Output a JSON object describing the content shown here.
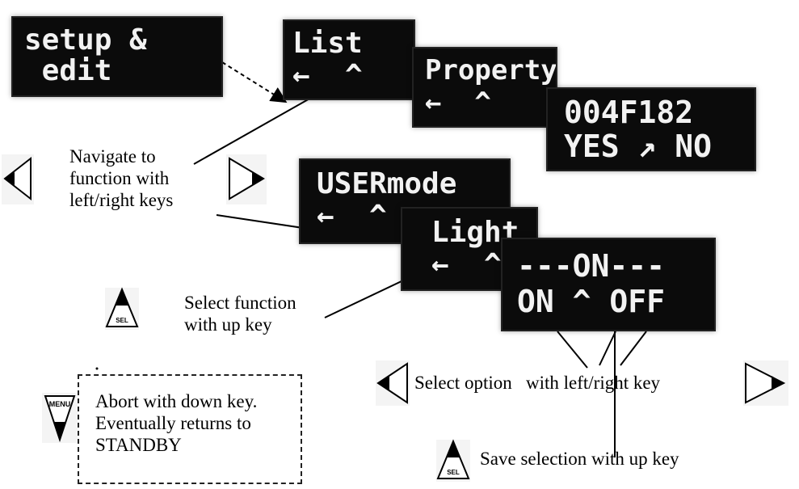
{
  "displays": {
    "setup": {
      "line1": "setup &",
      "line2": " edit"
    },
    "list": {
      "line1": "List",
      "line2": "←  ^"
    },
    "property": {
      "line1": "Property",
      "line2": "←  ^"
    },
    "code": {
      "line1": "004F182",
      "line2": "YES ↗ NO"
    },
    "usermode": {
      "line1": "USERmode",
      "line2": "←  ^"
    },
    "light": {
      "line1": "Light",
      "line2": "←  ^"
    },
    "onoff": {
      "line1": "---ON---",
      "line2": "ON ^ OFF"
    }
  },
  "captions": {
    "navigate": [
      "Navigate to",
      "function with",
      "left/right keys"
    ],
    "select_function": [
      "Select function",
      "with up key"
    ],
    "select_option": "Select option   with left/right key",
    "save_selection": "Save selection with up key",
    "abort": [
      "Abort with down key.",
      "Eventually returns to",
      "STANDBY"
    ]
  },
  "key_labels": {
    "sel": "SEL",
    "menu": "MENU"
  }
}
